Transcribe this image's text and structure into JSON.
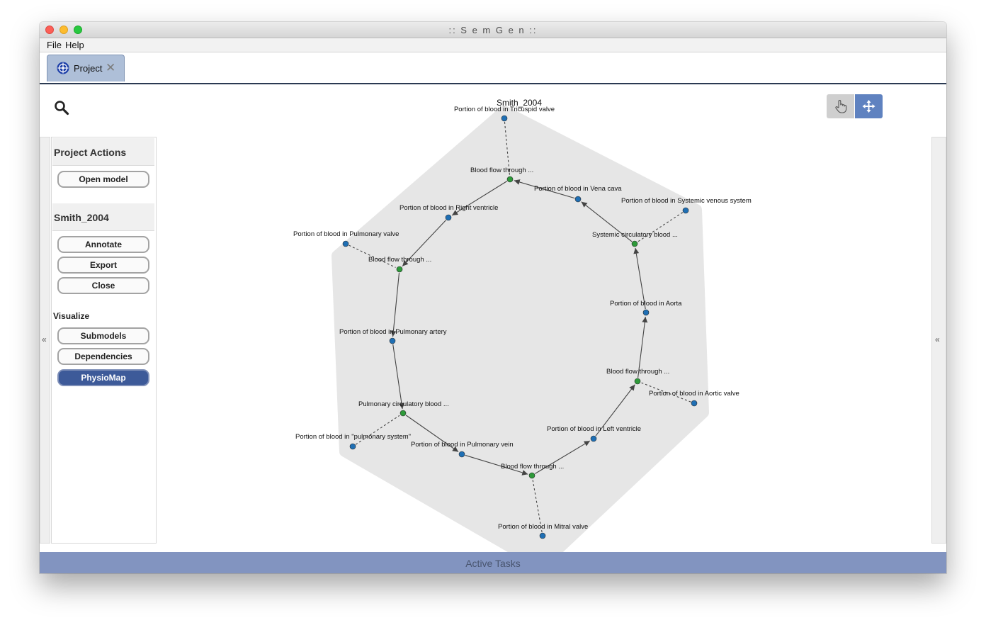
{
  "window": {
    "title": ":: S e m G e n ::"
  },
  "menu": {
    "file": "File",
    "help": "Help"
  },
  "tab": {
    "label": "Project"
  },
  "panel": {
    "project_actions": "Project Actions",
    "open_model": "Open model",
    "model_name": "Smith_2004",
    "annotate": "Annotate",
    "export": "Export",
    "close": "Close",
    "visualize": "Visualize",
    "submodels": "Submodels",
    "dependencies": "Dependencies",
    "physiomap": "PhysioMap"
  },
  "collapse_left": "«",
  "collapse_right": "«",
  "status_bar": {
    "label": "Active Tasks"
  },
  "graph": {
    "title": "Smith_2004",
    "colors": {
      "hull": "#e6e6e6",
      "entity_node": "#1f6fb4",
      "process_node": "#2e9a3a",
      "edge": "#444444"
    },
    "nodes": [
      {
        "id": "tv",
        "label": "Portion of blood in Tricuspid valve",
        "kind": "entity"
      },
      {
        "id": "bf1",
        "label": "Blood flow through ...",
        "kind": "process"
      },
      {
        "id": "vc",
        "label": "Portion of blood in Vena cava",
        "kind": "entity"
      },
      {
        "id": "sv",
        "label": "Portion of blood in Systemic venous system",
        "kind": "entity"
      },
      {
        "id": "sc",
        "label": "Systemic circulatory blood ...",
        "kind": "process"
      },
      {
        "id": "rv",
        "label": "Portion of blood in Right ventricle",
        "kind": "entity"
      },
      {
        "id": "pv",
        "label": "Portion of blood in Pulmonary valve",
        "kind": "entity"
      },
      {
        "id": "bf2",
        "label": "Blood flow through ...",
        "kind": "process"
      },
      {
        "id": "ao",
        "label": "Portion of blood in Aorta",
        "kind": "entity"
      },
      {
        "id": "pa",
        "label": "Portion of blood in Pulmonary artery",
        "kind": "entity"
      },
      {
        "id": "bf3",
        "label": "Blood flow through ...",
        "kind": "process"
      },
      {
        "id": "av",
        "label": "Portion of blood in Aortic valve",
        "kind": "entity"
      },
      {
        "id": "pc",
        "label": "Pulmonary circulatory blood ...",
        "kind": "process"
      },
      {
        "id": "lv",
        "label": "Portion of blood in Left ventricle",
        "kind": "entity"
      },
      {
        "id": "ps",
        "label": "Portion of blood in \"pulmonary system\"",
        "kind": "entity"
      },
      {
        "id": "pvn",
        "label": "Portion of blood in Pulmonary vein",
        "kind": "entity"
      },
      {
        "id": "bf4",
        "label": "Blood flow through ...",
        "kind": "process"
      },
      {
        "id": "mv",
        "label": "Portion of blood in Mitral valve",
        "kind": "entity"
      }
    ],
    "edges": [
      {
        "from": "vc",
        "to": "bf1",
        "style": "solid"
      },
      {
        "from": "bf1",
        "to": "rv",
        "style": "solid"
      },
      {
        "from": "rv",
        "to": "bf2",
        "style": "solid"
      },
      {
        "from": "bf2",
        "to": "pa",
        "style": "solid"
      },
      {
        "from": "pa",
        "to": "pc",
        "style": "solid"
      },
      {
        "from": "pc",
        "to": "pvn",
        "style": "solid"
      },
      {
        "from": "pvn",
        "to": "bf4",
        "style": "solid"
      },
      {
        "from": "bf4",
        "to": "lv",
        "style": "solid"
      },
      {
        "from": "lv",
        "to": "bf3",
        "style": "solid"
      },
      {
        "from": "bf3",
        "to": "ao",
        "style": "solid"
      },
      {
        "from": "ao",
        "to": "sc",
        "style": "solid"
      },
      {
        "from": "sc",
        "to": "vc",
        "style": "solid"
      },
      {
        "from": "tv",
        "to": "bf1",
        "style": "dashed"
      },
      {
        "from": "sv",
        "to": "sc",
        "style": "dashed"
      },
      {
        "from": "pv",
        "to": "bf2",
        "style": "dashed"
      },
      {
        "from": "av",
        "to": "bf3",
        "style": "dashed"
      },
      {
        "from": "ps",
        "to": "pc",
        "style": "dashed"
      },
      {
        "from": "mv",
        "to": "bf4",
        "style": "dashed"
      }
    ]
  }
}
